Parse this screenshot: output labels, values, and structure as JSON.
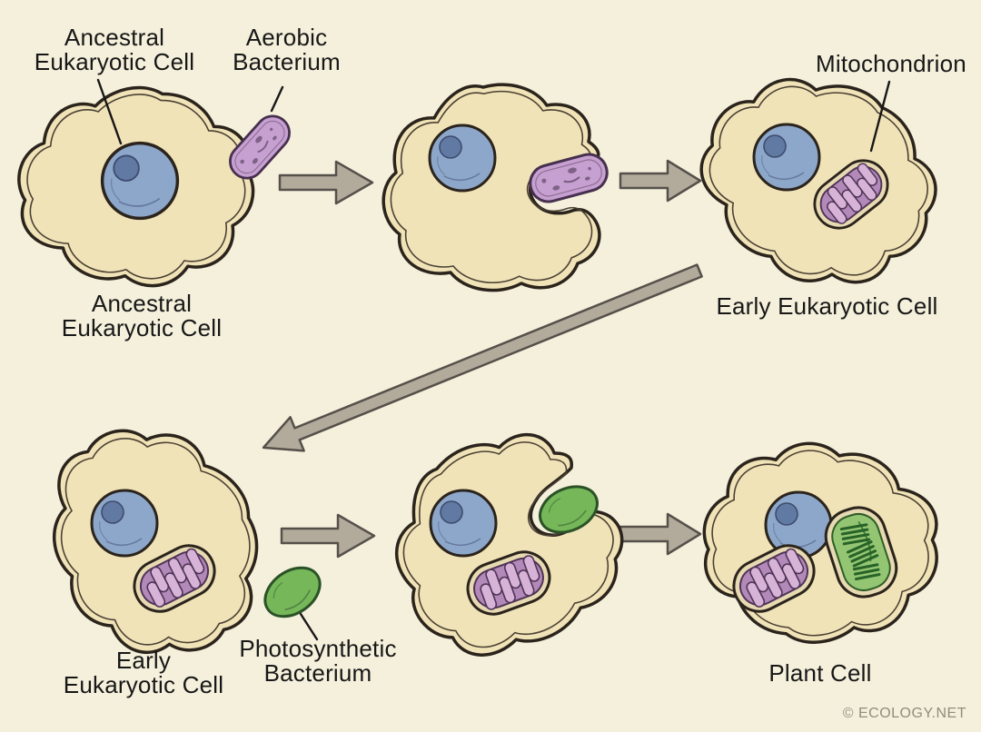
{
  "labels": {
    "ancestral_callout": {
      "line1": "Ancestral",
      "line2": "Eukaryotic Cell"
    },
    "aerobic_bacterium": {
      "line1": "Aerobic",
      "line2": "Bacterium"
    },
    "mitochondrion": {
      "text": "Mitochondrion"
    },
    "ancestral_caption": {
      "line1": "Ancestral",
      "line2": "Eukaryotic Cell"
    },
    "early_eukaryotic_top": {
      "text": "Early Eukaryotic Cell"
    },
    "early_eukaryotic_bottom": {
      "line1": "Early",
      "line2": "Eukaryotic Cell"
    },
    "photosynthetic_bacterium": {
      "line1": "Photosynthetic",
      "line2": "Bacterium"
    },
    "plant_cell": {
      "text": "Plant Cell"
    },
    "watermark": {
      "text": "© ECOLOGY.NET"
    }
  },
  "colors": {
    "background": "#f5f0dc",
    "text": "#171717",
    "ink": "#2b241c",
    "cellFill": "#f1e3b8",
    "cellInnerLine": "#4a4133",
    "organelleRing": "#e7dab2",
    "nucleusFill": "#8da7ca",
    "nucleolusFill": "#617aa4",
    "nucleusEdge": "#3e4c6e",
    "mitoBody": "#b289b8",
    "mitoCristae": "#d8b3d8",
    "mitoEdge": "#4e3456",
    "bacPurpleFill": "#c6a0d0",
    "bacPurpleEdge": "#46304e",
    "bacGreenFill": "#76b75a",
    "bacGreenEdge": "#2b5226",
    "chloroFill": "#94c573",
    "chloroEdge": "#2f5e28",
    "chloroLine": "#276327",
    "arrowFill": "#b2ab9c",
    "arrowEdge": "#55504a",
    "watermark": "#908d7c"
  }
}
